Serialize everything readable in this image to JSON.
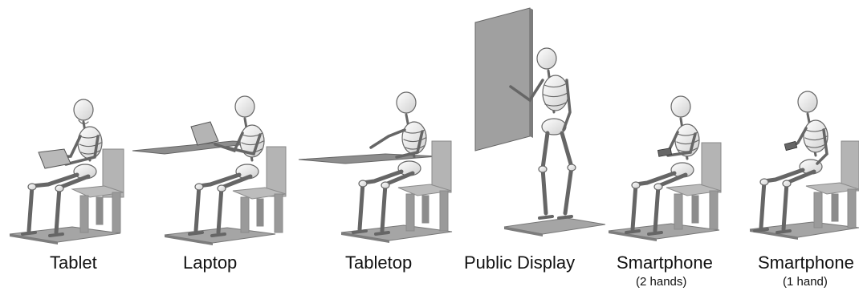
{
  "panels": [
    {
      "id": "tablet",
      "label": "Tablet",
      "sublabel": ""
    },
    {
      "id": "laptop",
      "label": "Laptop",
      "sublabel": ""
    },
    {
      "id": "tabletop",
      "label": "Tabletop",
      "sublabel": ""
    },
    {
      "id": "public-display",
      "label": "Public Display",
      "sublabel": ""
    },
    {
      "id": "smartphone-2",
      "label": "Smartphone",
      "sublabel": "(2 hands)"
    },
    {
      "id": "smartphone-1",
      "label": "Smartphone",
      "sublabel": "(1 hand)"
    }
  ],
  "colors": {
    "bone": "#e6e6e6",
    "bone_stroke": "#6a6a6a",
    "chair": "#a9a9a9",
    "chair_dark": "#8f8f8f",
    "platform": "#9a9a9a",
    "display": "#a0a0a0"
  }
}
